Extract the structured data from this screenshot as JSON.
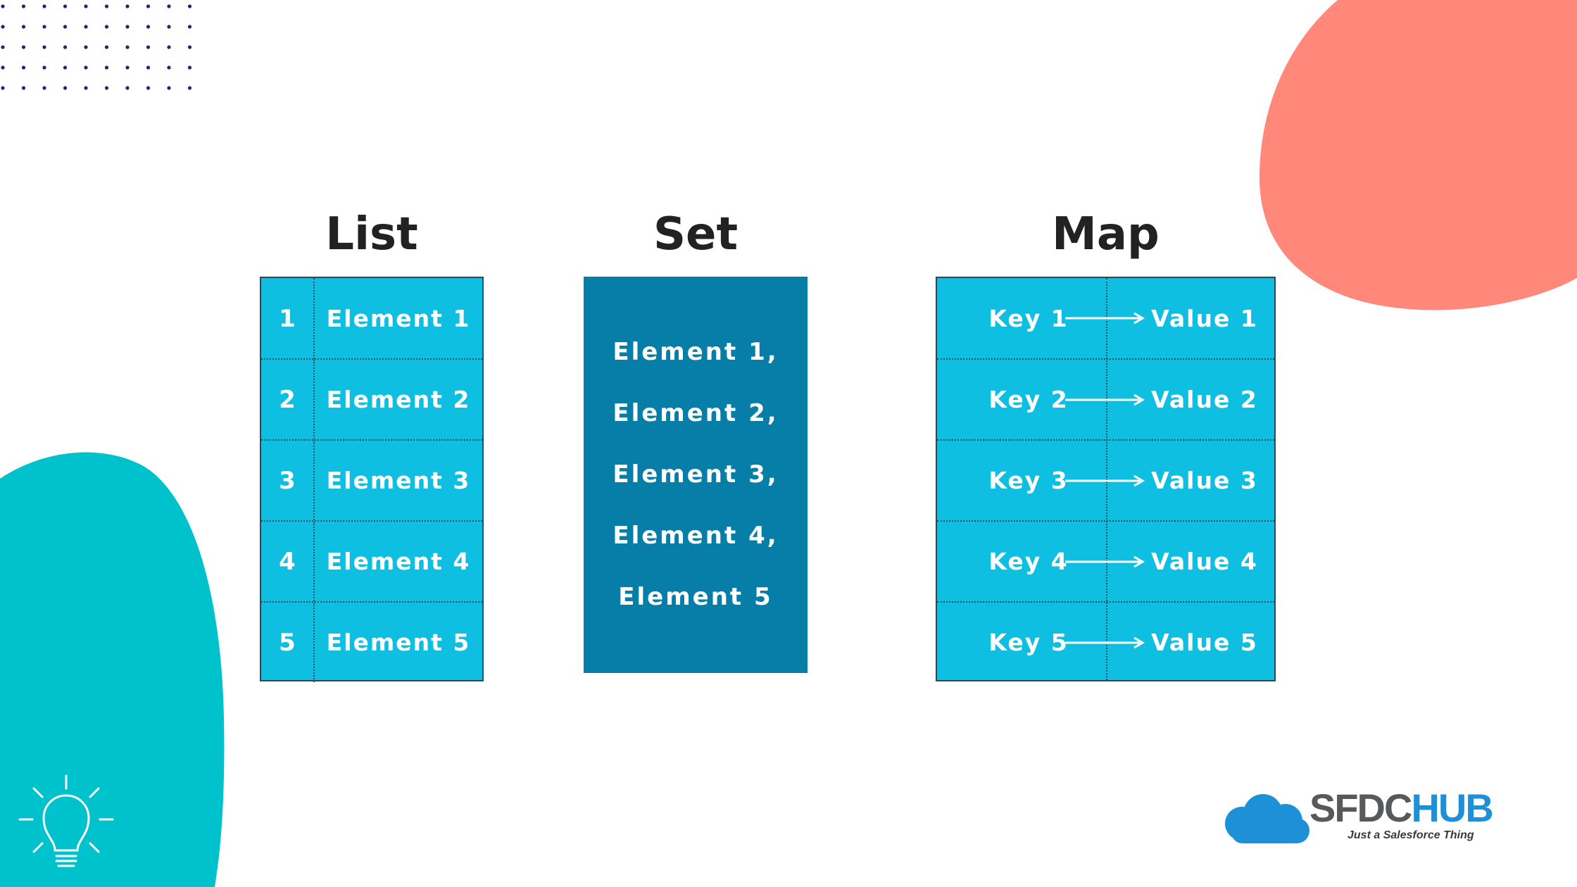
{
  "colors": {
    "cell_fill": "#0fbfe2",
    "set_fill": "#077ea8",
    "teal_blob": "#00c2cd",
    "coral_blob": "#ff887b",
    "dot_color": "#1a2a6c",
    "title_color": "#222222",
    "logo_gray": "#58595b",
    "logo_blue": "#1e90d8"
  },
  "list": {
    "title": "List",
    "rows": [
      {
        "index": "1",
        "value": "Element 1"
      },
      {
        "index": "2",
        "value": "Element 2"
      },
      {
        "index": "3",
        "value": "Element 3"
      },
      {
        "index": "4",
        "value": "Element 4"
      },
      {
        "index": "5",
        "value": "Element 5"
      }
    ]
  },
  "set": {
    "title": "Set",
    "items": [
      "Element 1,",
      "Element 2,",
      "Element 3,",
      "Element 4,",
      "Element 5"
    ]
  },
  "map": {
    "title": "Map",
    "rows": [
      {
        "key": "Key 1",
        "value": "Value 1"
      },
      {
        "key": "Key 2",
        "value": "Value 2"
      },
      {
        "key": "Key 3",
        "value": "Value 3"
      },
      {
        "key": "Key 4",
        "value": "Value 4"
      },
      {
        "key": "Key 5",
        "value": "Value 5"
      }
    ]
  },
  "logo": {
    "brand_part1": "SFDC",
    "brand_part2": "HUB",
    "tagline": "Just a Salesforce Thing"
  },
  "icons": [
    "lightbulb-icon",
    "cloud-icon",
    "arrow-right-icon"
  ]
}
